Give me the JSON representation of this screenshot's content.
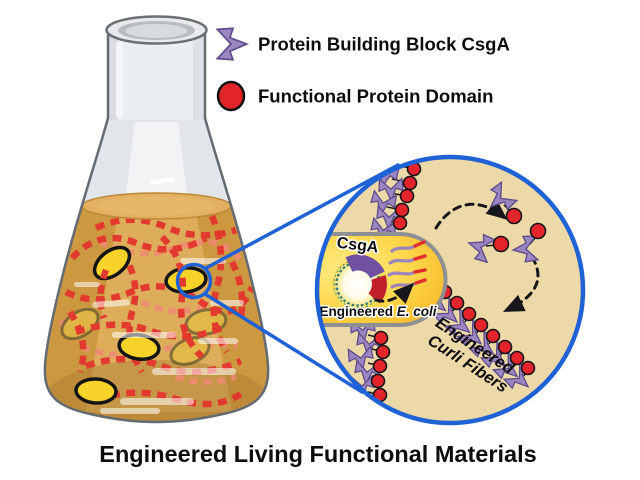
{
  "figure_title": "Engineered Living Functional Materials",
  "legend": {
    "items": [
      {
        "icon": "csga-chevron-icon",
        "label": "Protein Building Block CsgA"
      },
      {
        "icon": "functional-domain-icon",
        "label": "Functional Protein Domain"
      }
    ]
  },
  "inset": {
    "gene_label": "CsgA",
    "cell_label": {
      "prefix": "Engineered ",
      "species": "E. coli"
    },
    "fiber_label": {
      "line1": "Engineered",
      "line2": "Curli Fibers"
    }
  },
  "colors": {
    "accent_blue": "#1f62d5",
    "csga_purple": "#9c86c1",
    "domain_red": "#e3242b",
    "inset_background": "#edd8a8",
    "culture_amber": "#cc9840",
    "cell_yellow": "#f7d32a",
    "fiber_red": "#e23a2e"
  }
}
